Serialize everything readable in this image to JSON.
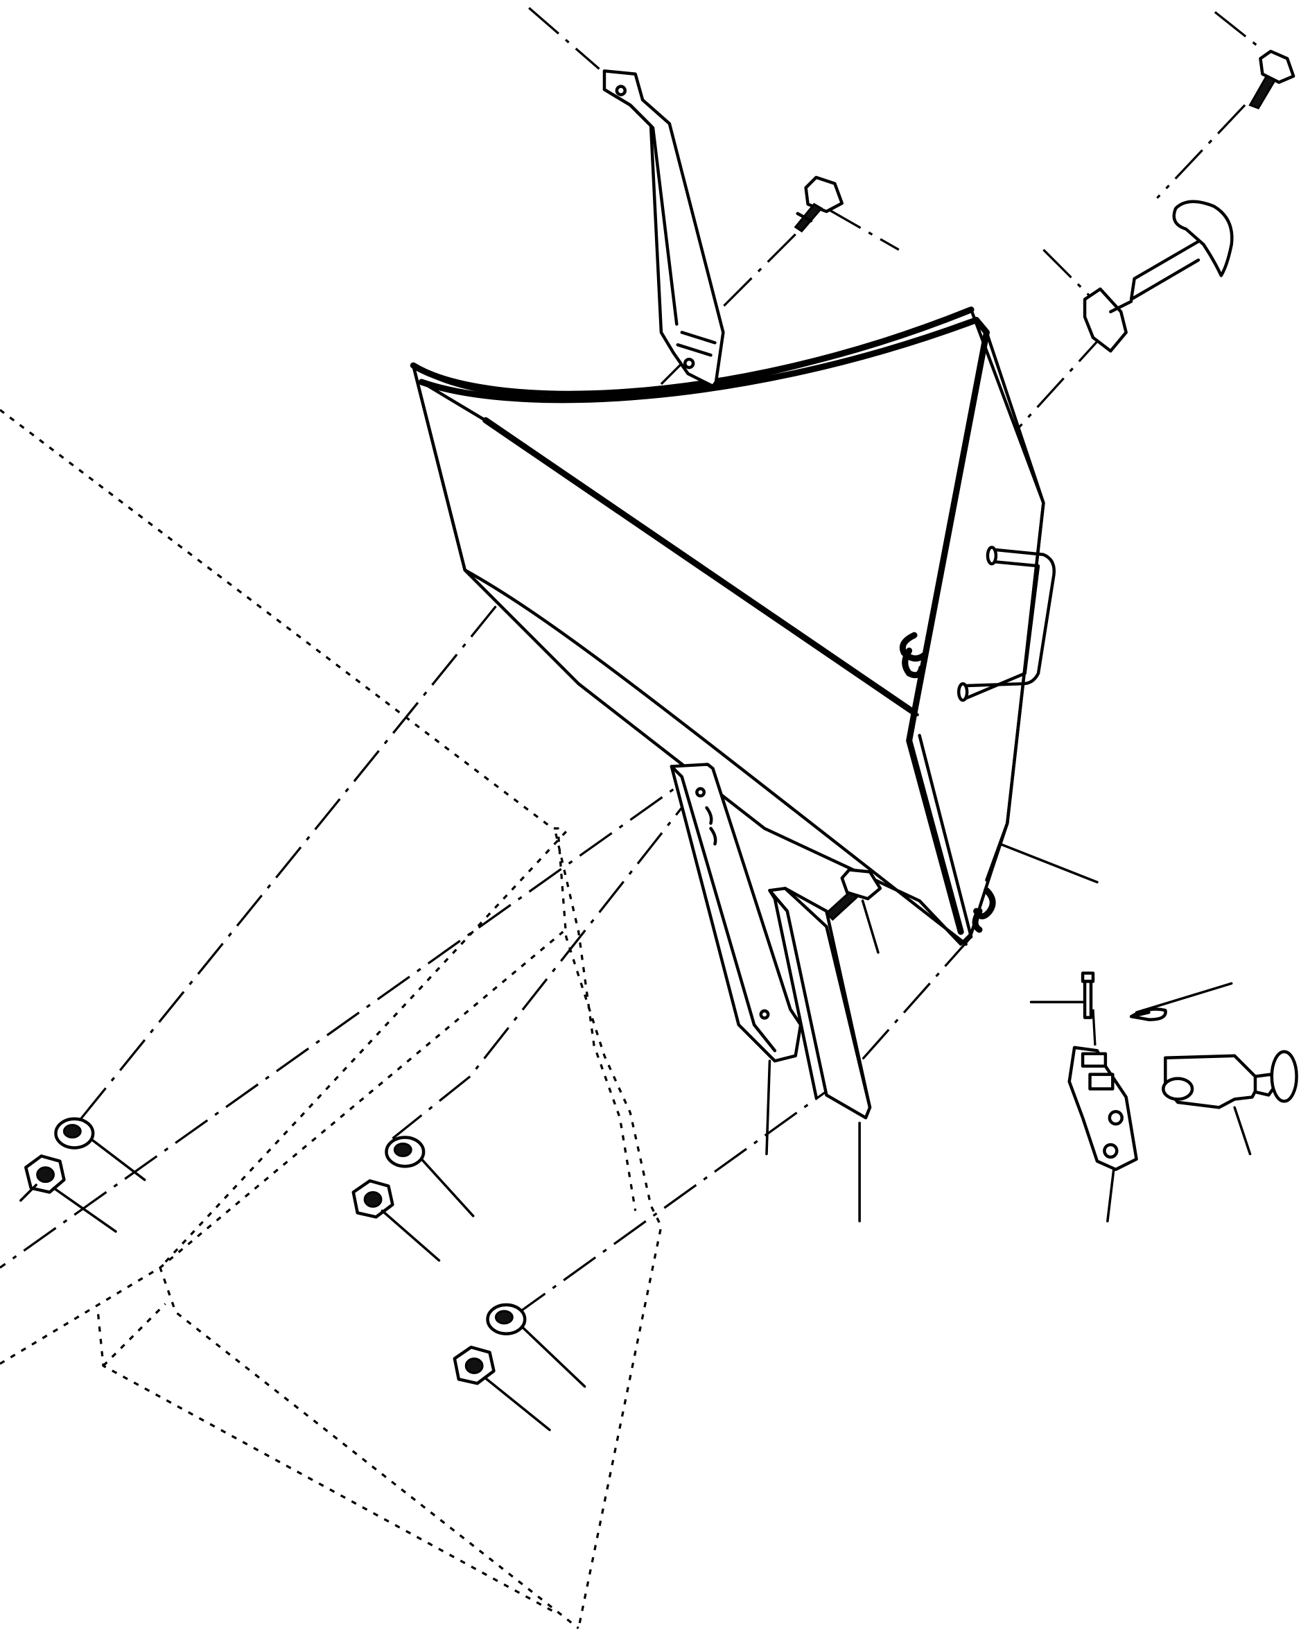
{
  "diagram": {
    "background_color": "#ffffff",
    "line_color": "#000000",
    "parts": [
      {
        "name": "mudguard-panel",
        "icon": "curved-fender-panel"
      },
      {
        "name": "upper-support-strap",
        "icon": "flat-bracket-strap"
      },
      {
        "name": "hex-bolt",
        "icon": "bolt-icon",
        "count": 3
      },
      {
        "name": "rubber-hood-latch",
        "icon": "t-latch-icon"
      },
      {
        "name": "lower-mounting-bracket",
        "icon": "u-bracket"
      },
      {
        "name": "hinge-plate",
        "icon": "hinge-plate-icon"
      },
      {
        "name": "clevis-pin",
        "icon": "pin-icon"
      },
      {
        "name": "split-pin",
        "icon": "cotter-pin-icon"
      },
      {
        "name": "knob-handle",
        "icon": "knob-icon"
      },
      {
        "name": "lock-washer",
        "icon": "washer-icon",
        "count": 3
      },
      {
        "name": "hex-nut",
        "icon": "nut-icon",
        "count": 3
      },
      {
        "name": "vehicle-body-outline",
        "icon": "phantom-outline"
      }
    ]
  }
}
